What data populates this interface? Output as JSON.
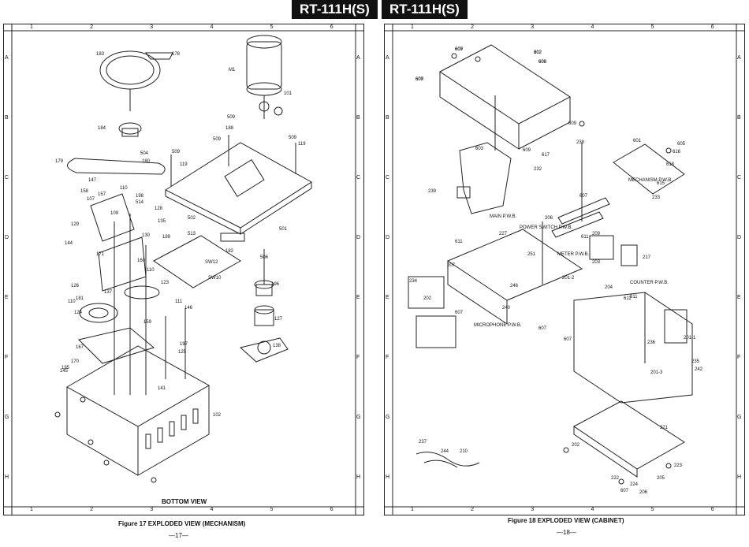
{
  "header": {
    "model_left": "RT-111H(S)",
    "model_right": "RT-111H(S)"
  },
  "grid": {
    "columns": [
      "1",
      "2",
      "3",
      "4",
      "5",
      "6"
    ],
    "rows": [
      "A",
      "B",
      "C",
      "D",
      "E",
      "F",
      "G",
      "H"
    ]
  },
  "left_page": {
    "view_label": "BOTTOM VIEW",
    "caption": "Figure 17  EXPLODED VIEW (MECHANISM)",
    "page_number": "—17—",
    "callouts": [
      "183",
      "178",
      "M1",
      "101",
      "184",
      "509",
      "188",
      "509",
      "509",
      "119",
      "504",
      "179",
      "180",
      "509",
      "119",
      "147",
      "110",
      "198",
      "514",
      "158",
      "157",
      "107",
      "128",
      "109",
      "135",
      "129",
      "502",
      "501",
      "513",
      "130",
      "144",
      "189",
      "182",
      "SW12",
      "506",
      "171",
      "160",
      "110",
      "SW10",
      "196",
      "126",
      "123",
      "137",
      "111",
      "181",
      "146",
      "110",
      "124",
      "159",
      "127",
      "197",
      "167",
      "125",
      "138",
      "195",
      "170",
      "145",
      "141",
      "102"
    ]
  },
  "right_page": {
    "caption": "Figure 18  EXPLODED VIEW (CABINET)",
    "page_number": "—18—",
    "callouts": [
      "609",
      "202",
      "608",
      "609",
      "609",
      "603",
      "609",
      "617",
      "238",
      "605",
      "232",
      "601",
      "616",
      "618",
      "615",
      "239",
      "MECHANISM P.W.B.",
      "607",
      "233",
      "MAIN P.W.B.",
      "POWER SWITCH P.W.B.",
      "206",
      "227",
      "611",
      "611",
      "209",
      "251",
      "METER P.W.B.",
      "207",
      "203",
      "217",
      "234",
      "201-2",
      "COUNTER P.W.B.",
      "246",
      "204",
      "202",
      "611",
      "611",
      "240",
      "607",
      "MICROPHONE P.W.B.",
      "607",
      "607",
      "236",
      "201-1",
      "235",
      "242",
      "201-3",
      "237",
      "244",
      "210",
      "221",
      "202",
      "222",
      "223",
      "224",
      "205",
      "607",
      "206",
      "607",
      "602",
      "608",
      "607"
    ]
  },
  "colors": {
    "ink": "#222222",
    "paper": "#ffffff",
    "tag": "#111111"
  }
}
